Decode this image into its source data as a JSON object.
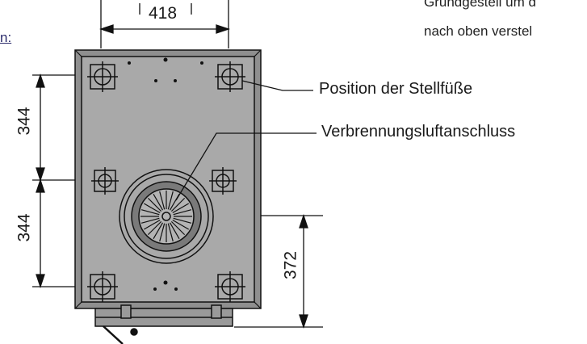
{
  "labels": {
    "feet_position": "Position der Stellfüße",
    "combustion_air": "Verbrennungsluftanschluss",
    "note_line1": "Grundgestell um d",
    "note_line2": "nach oben verstel",
    "link_fragment": "n:"
  },
  "dimensions": {
    "width_top": "418",
    "height_upper": "344",
    "height_lower": "344",
    "height_right": "372"
  },
  "colors": {
    "body_fill": "#a9a9a9",
    "line": "#111111",
    "link": "#2b2b6b"
  }
}
